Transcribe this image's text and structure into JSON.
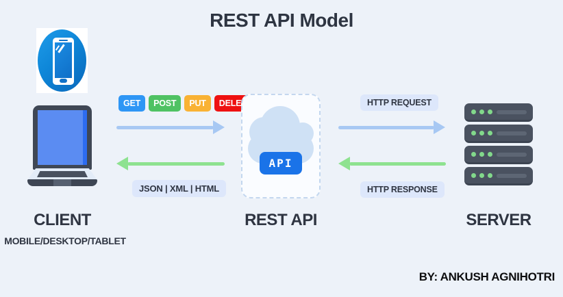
{
  "title": "REST API Model",
  "client": {
    "label": "CLIENT",
    "sublabel": "MOBILE/DESKTOP/TABLET"
  },
  "rest_api": {
    "label": "REST API",
    "api_badge": "API"
  },
  "server": {
    "label": "SERVER"
  },
  "methods": [
    {
      "label": "GET",
      "color": "#2e96f5"
    },
    {
      "label": "POST",
      "color": "#4fc263"
    },
    {
      "label": "PUT",
      "color": "#f9b234"
    },
    {
      "label": "DELETE",
      "color": "#ee1111"
    }
  ],
  "flow_labels": {
    "response_formats": "JSON | XML | HTML",
    "http_request": "HTTP REQUEST",
    "http_response": "HTTP RESPONSE"
  },
  "credit": "BY: ANKUSH AGNIHOTRI",
  "colors": {
    "background": "#edf2f9",
    "heading_text": "#2f3542",
    "request_arrow": "#a7c8f3",
    "response_arrow": "#8ee290",
    "pill_background": "#dde7fb",
    "api_button": "#1a73e8",
    "cloud": "#cfe1f5",
    "server_body": "#4a5260",
    "server_led": "#82d98b"
  }
}
